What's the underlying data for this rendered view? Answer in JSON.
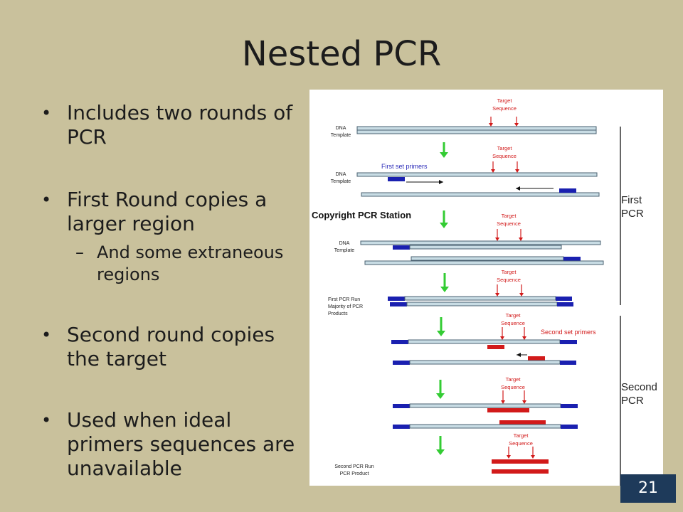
{
  "slide": {
    "title": "Nested PCR",
    "page_number": "21"
  },
  "bullets": [
    {
      "text": "Includes two rounds of PCR"
    },
    {
      "text": "First Round copies a larger region"
    },
    {
      "text": "And some extraneous regions"
    },
    {
      "text": "Second round copies the target"
    },
    {
      "text": "Used when ideal primers sequences are unavailable"
    }
  ],
  "diagram": {
    "target_label": "Target\nSequence",
    "dna_template_label": "DNA\nTemplate",
    "first_set_primers": "First set primers",
    "second_set_primers": "Second set primers",
    "copyright": "Copyright PCR Station",
    "first_pcr_run": "First PCR Run\nMajority of PCR\nProducts",
    "second_pcr_run": "Second PCR Run\nPCR Product",
    "first_pcr": "First\nPCR",
    "second_pcr": "Second\nPCR",
    "colors": {
      "strand_fill": "#c8dce4",
      "strand_stroke": "#4a6070",
      "primer1": "#1a20b0",
      "primer2": "#d21a1a",
      "arrow_green": "#33cc33",
      "label_red": "#d21a1a",
      "label_blue": "#2a2ab8"
    }
  }
}
